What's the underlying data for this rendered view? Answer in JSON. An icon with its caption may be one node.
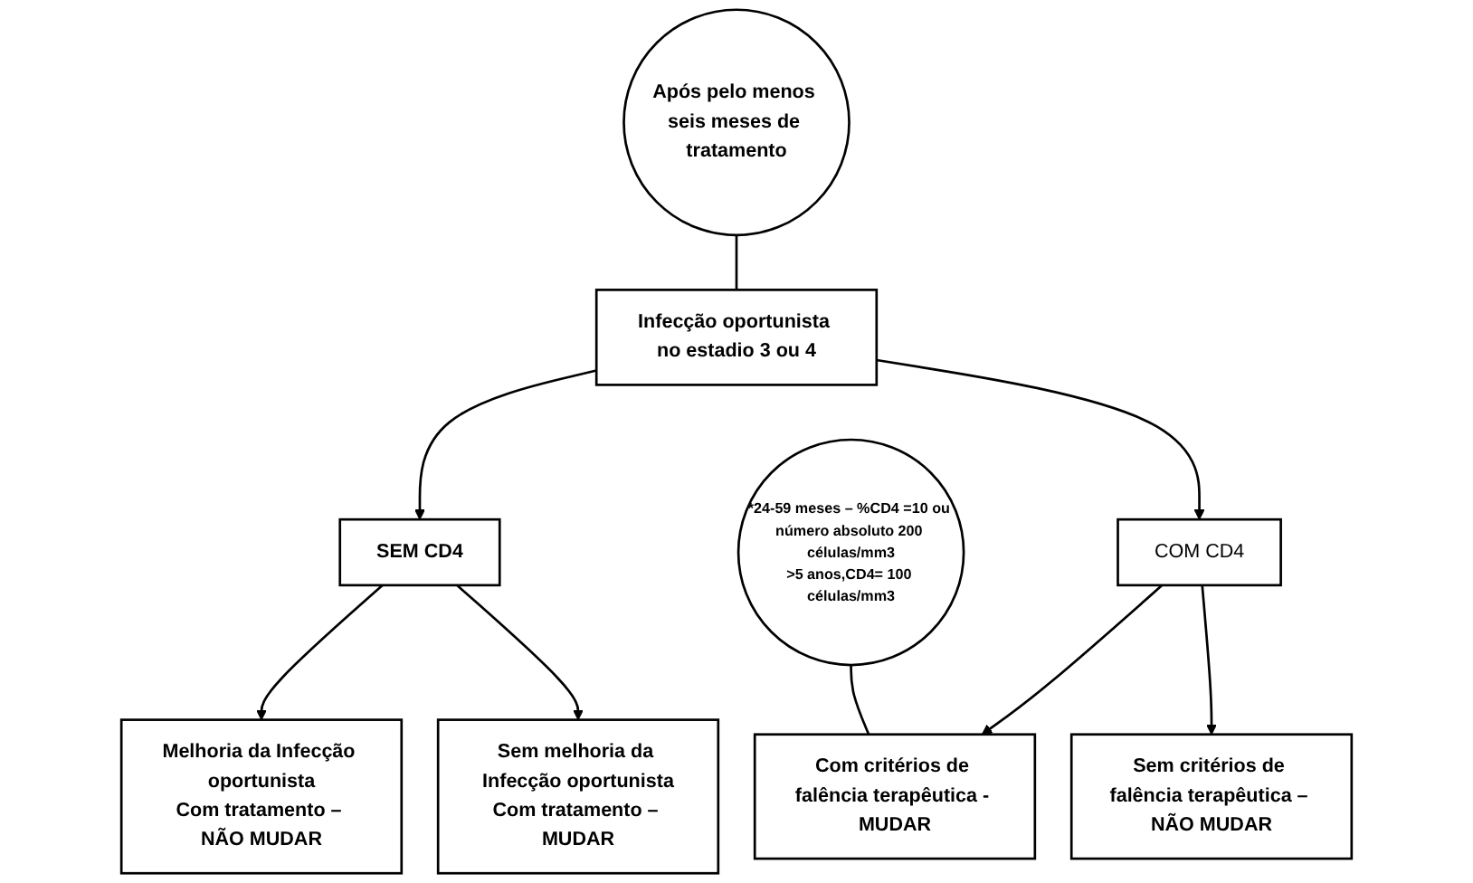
{
  "diagram": {
    "nodes": [
      {
        "text": [
          "Infecção oportunista no estadio 3 ou 4"
        ]
      },
      {
        "text": [
          "Após pelo menos seis meses de tratamento"
        ]
      },
      {
        "text": [
          "SEM CD4"
        ]
      },
      {
        "text": [
          "*24-59 meses – %CD4 =10 ou número absoluto 200 células/mm3",
          ">5 anos,CD4= 100 células/mm3"
        ]
      },
      {
        "text": [
          "COM CD4"
        ]
      },
      {
        "text": [
          "Melhoria da Infecção oportunista",
          "Com tratamento – NÃO MUDAR"
        ]
      },
      {
        "text": [
          "Sem melhoria da Infecção oportunista",
          "Com tratamento – MUDAR"
        ]
      },
      {
        "text": [
          "Com critérios de falência terapêutica - MUDAR"
        ]
      },
      {
        "text": [
          "Sem critérios de falência terapêutica – NÃO MUDAR"
        ]
      }
    ],
    "edges": [
      {
        "from": 1,
        "to": 0,
        "arrow": "none"
      },
      {
        "from": 0,
        "to": 2,
        "arrow": "to"
      },
      {
        "from": 0,
        "to": 4,
        "arrow": "to"
      },
      {
        "from": 2,
        "to": 5,
        "arrow": "to"
      },
      {
        "from": 2,
        "to": 6,
        "arrow": "to"
      },
      {
        "from": 3,
        "to": 7,
        "arrow": "none"
      },
      {
        "from": 4,
        "to": 7,
        "arrow": "to"
      },
      {
        "from": 4,
        "to": 8,
        "arrow": "to"
      }
    ]
  }
}
